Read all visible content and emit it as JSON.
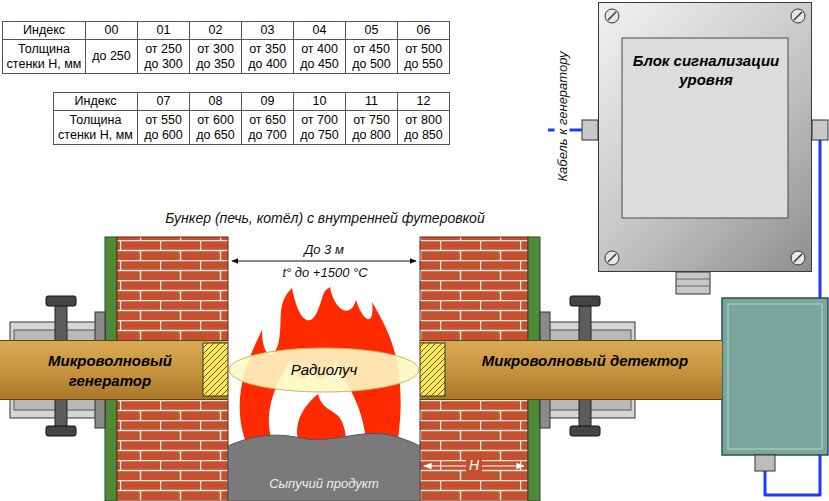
{
  "diagram": {
    "nodes": [
      {
        "text": [
          "Блок сигнализации уровня"
        ]
      },
      {
        "text": [
          "Микроволновый генератор"
        ]
      },
      {
        "text": [
          "Радиолуч"
        ]
      },
      {
        "text": [
          "Микроволновый детектор"
        ]
      }
    ],
    "edges": [
      {
        "from": 3,
        "to": 0,
        "arrow": "none"
      }
    ],
    "labels": [
      "Индекс",
      "00",
      "01",
      "02",
      "03",
      "04",
      "05",
      "06",
      "Толщина стенки Н, мм",
      "до 250",
      "от 250 до 300",
      "от 300 до 350",
      "от 350 до 400",
      "от 400 до 450",
      "от 450 до 500",
      "от 500 до 550",
      "Индекс",
      "07",
      "08",
      "09",
      "10",
      "11",
      "12",
      "Толщина стенки Н, мм",
      "от 550 до 600",
      "от 600 до 650",
      "от 650 до 700",
      "от 700 до 750",
      "от 750 до 800",
      "от 800 до 850",
      "Бункер (печь, котёл) с внутренней футеровкой",
      "До 3 м",
      "t° до +1500 °C",
      "Сыпучий продукт",
      "Н",
      "Кабель к генератору"
    ]
  }
}
